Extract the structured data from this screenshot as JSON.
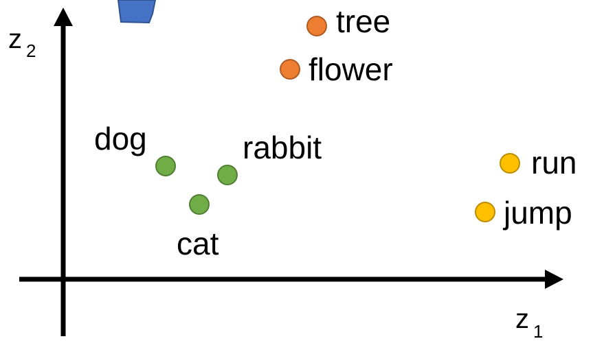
{
  "axes": {
    "x_label": {
      "main": "z",
      "sub": "1"
    },
    "y_label": {
      "main": "z",
      "sub": "2"
    }
  },
  "colors": {
    "axis": "#000000",
    "pointer": "#4472c4",
    "animals": "#70ad47",
    "plants": "#ed7d31",
    "actions": "#ffc000"
  },
  "pointer": {
    "shape": "blue-pointer-fragment"
  },
  "words": [
    {
      "id": "tree",
      "text": "tree",
      "group": "plants"
    },
    {
      "id": "flower",
      "text": "flower",
      "group": "plants"
    },
    {
      "id": "dog",
      "text": "dog",
      "group": "animals"
    },
    {
      "id": "rabbit",
      "text": "rabbit",
      "group": "animals"
    },
    {
      "id": "cat",
      "text": "cat",
      "group": "animals"
    },
    {
      "id": "run",
      "text": "run",
      "group": "actions"
    },
    {
      "id": "jump",
      "text": "jump",
      "group": "actions"
    }
  ]
}
